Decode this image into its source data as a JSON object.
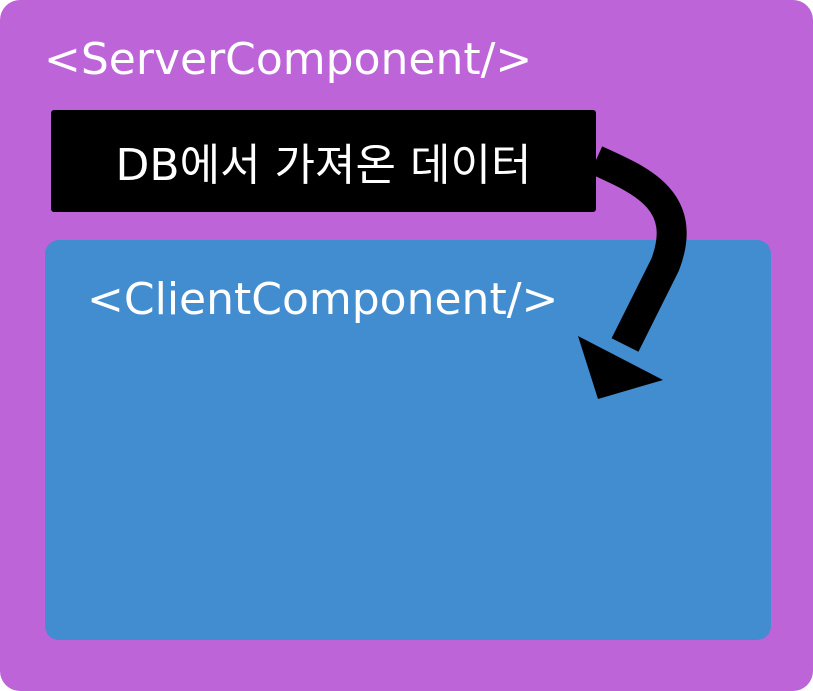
{
  "server_component": {
    "label": "<ServerComponent/>",
    "color": "#bc64d8"
  },
  "data_box": {
    "label": "DB에서 가져온 데이터",
    "color": "#000000"
  },
  "client_component": {
    "label": "<ClientComponent/>",
    "color": "#428cd0"
  },
  "arrow": {
    "icon": "curved-arrow-icon",
    "color": "#000000"
  }
}
